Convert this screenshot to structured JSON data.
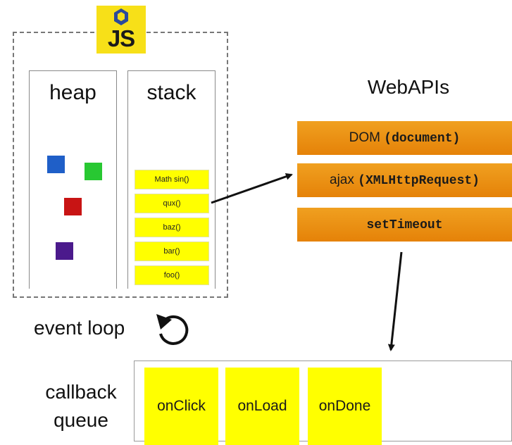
{
  "logo": {
    "text": "JS",
    "icon": "nodejs-logo-icon"
  },
  "runtime": {
    "heap": {
      "title": "heap",
      "objects": [
        {
          "color": "#1f5fc8",
          "name": "blue-object"
        },
        {
          "color": "#28c832",
          "name": "green-object"
        },
        {
          "color": "#c81414",
          "name": "red-object"
        },
        {
          "color": "#4b1a8c",
          "name": "purple-object"
        }
      ]
    },
    "stack": {
      "title": "stack",
      "frames": [
        "Math sin()",
        "qux()",
        "baz()",
        "bar()",
        "foo()"
      ]
    }
  },
  "webapis": {
    "title": "WebAPIs",
    "apis": [
      {
        "prefix": "DOM ",
        "code": "(document)"
      },
      {
        "prefix": "ajax ",
        "code": "(XMLHttpRequest)"
      },
      {
        "prefix": "",
        "code": "setTimeout"
      }
    ]
  },
  "event_loop": {
    "label": "event loop"
  },
  "callback_queue": {
    "label_line1": "callback",
    "label_line2": "queue",
    "callbacks": [
      "onClick",
      "onLoad",
      "onDone"
    ]
  },
  "colors": {
    "frame": "#ffff00",
    "api": "#ee9418",
    "logo": "#f7e018"
  }
}
